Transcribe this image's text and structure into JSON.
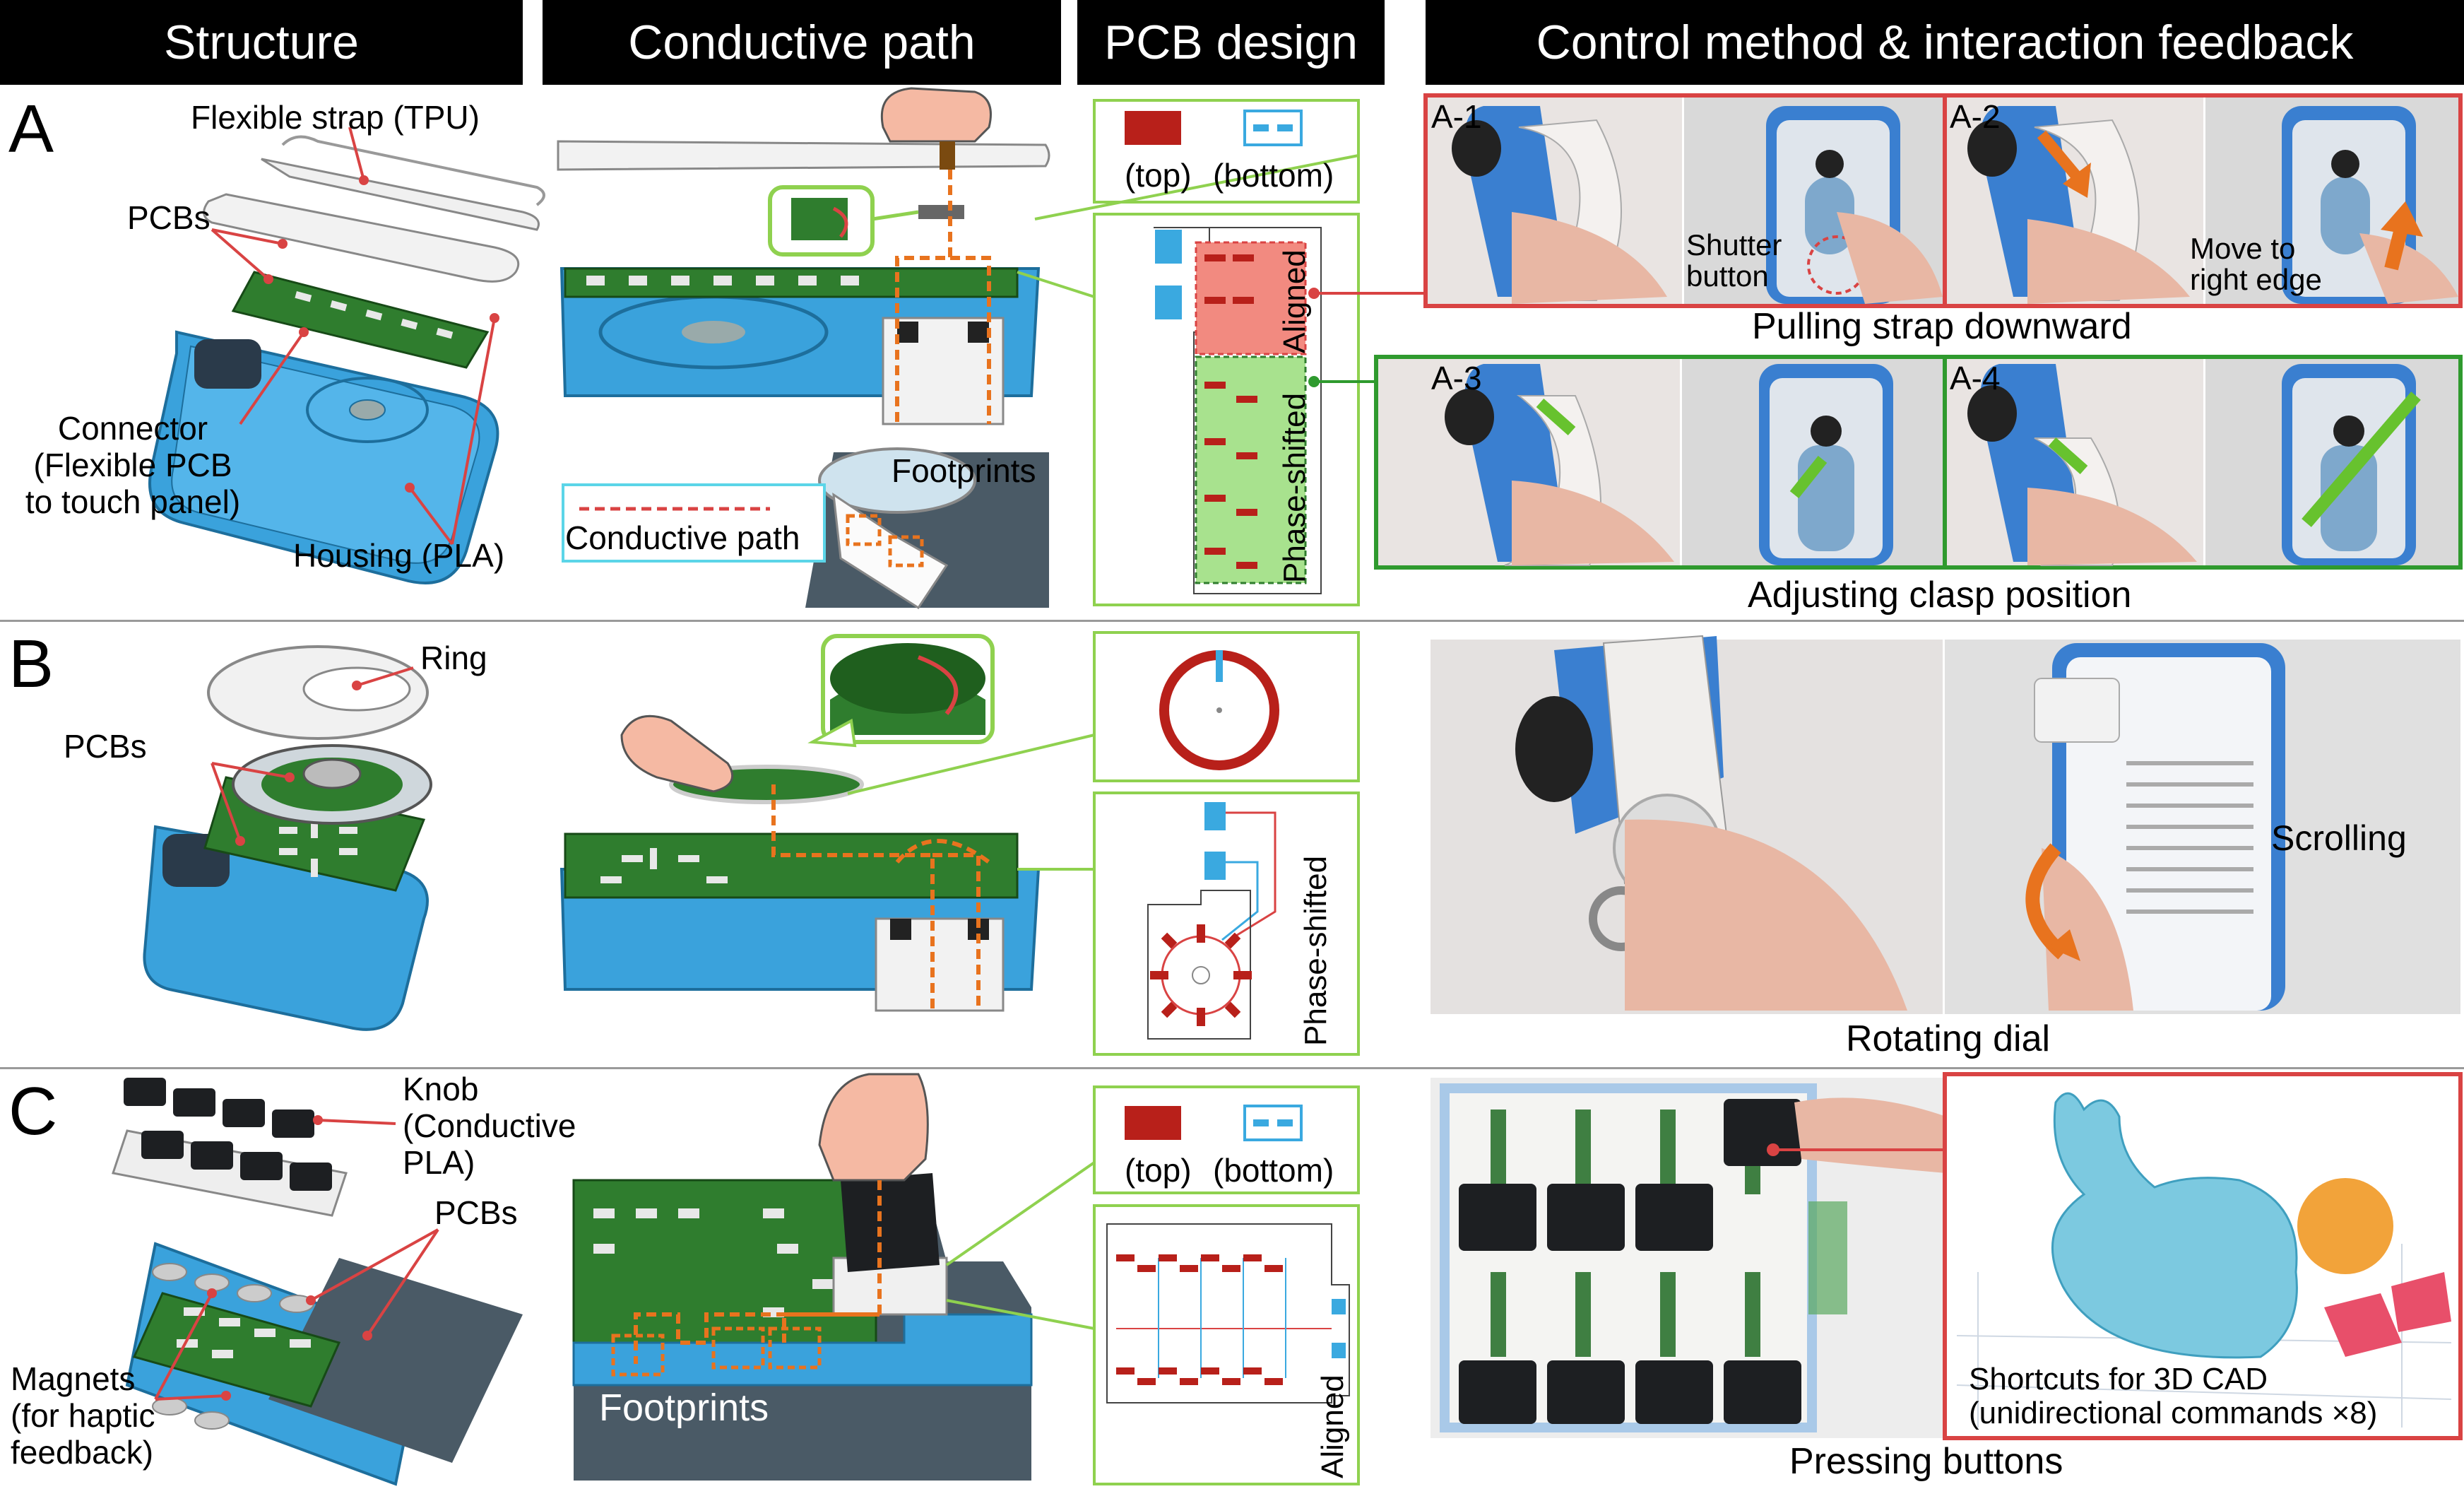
{
  "headers": {
    "structure": "Structure",
    "conductive": "Conductive path",
    "pcb": "PCB design",
    "control": "Control method & interaction feedback"
  },
  "rows": {
    "a": "A",
    "b": "B",
    "c": "C"
  },
  "structure_labels": {
    "strap": "Flexible strap (TPU)",
    "pcbs_a": "PCBs",
    "connector": "Connector",
    "connector2": "(Flexible PCB",
    "connector3": "to touch panel)",
    "housing": "Housing (PLA)",
    "ring": "Ring",
    "pcbs_b": "PCBs",
    "knob": "Knob",
    "knob2": "(Conductive",
    "knob3": "PLA)",
    "pcbs_c": "PCBs",
    "magnets": "Magnets",
    "magnets2": "(for haptic",
    "magnets3": "feedback)"
  },
  "conductive_labels": {
    "footprints_a": "Footprints",
    "legend": "Conductive path",
    "footprints_c": "Footprints"
  },
  "pcb_labels": {
    "top_a": "(top)",
    "bottom_a": "(bottom)",
    "aligned_a": "Aligned",
    "phase_a": "Phase-shifted",
    "phase_b": "Phase-shifted",
    "top_c": "(top)",
    "bottom_c": "(bottom)",
    "aligned_c": "Aligned"
  },
  "control_labels": {
    "a1": "A-1",
    "a2": "A-2",
    "a3": "A-3",
    "a4": "A-4",
    "shutter": "Shutter",
    "shutter2": "button",
    "move": "Move to",
    "move2": "right edge",
    "pulling": "Pulling strap downward",
    "adjusting": "Adjusting clasp position",
    "scrolling": "Scrolling",
    "rotating": "Rotating dial",
    "shortcuts": "Shortcuts for 3D CAD",
    "shortcuts2": "(unidirectional commands ×8)",
    "pressing": "Pressing buttons"
  },
  "colors": {
    "phone_blue": "#3aa2dc",
    "pcb_green": "#2f7d2e",
    "path_orange": "#e8731e",
    "frame_green": "#8fd14f",
    "frame_red": "#d94343",
    "pad_red": "#b8201a",
    "pad_blue": "#3aa9e0"
  }
}
